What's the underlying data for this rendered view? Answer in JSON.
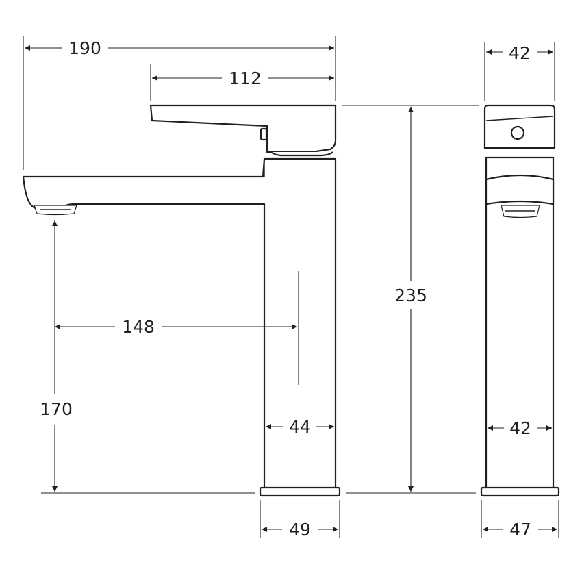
{
  "dimensions": {
    "overall_width": "190",
    "lever_length": "112",
    "top_depth": "42",
    "body_height": "235",
    "spout_reach": "148",
    "spout_height": "170",
    "body_width_front": "44",
    "body_depth_side": "42",
    "base_width_front": "49",
    "base_depth_side": "47"
  },
  "colors": {
    "line": "#231f20",
    "background": "#ffffff"
  }
}
